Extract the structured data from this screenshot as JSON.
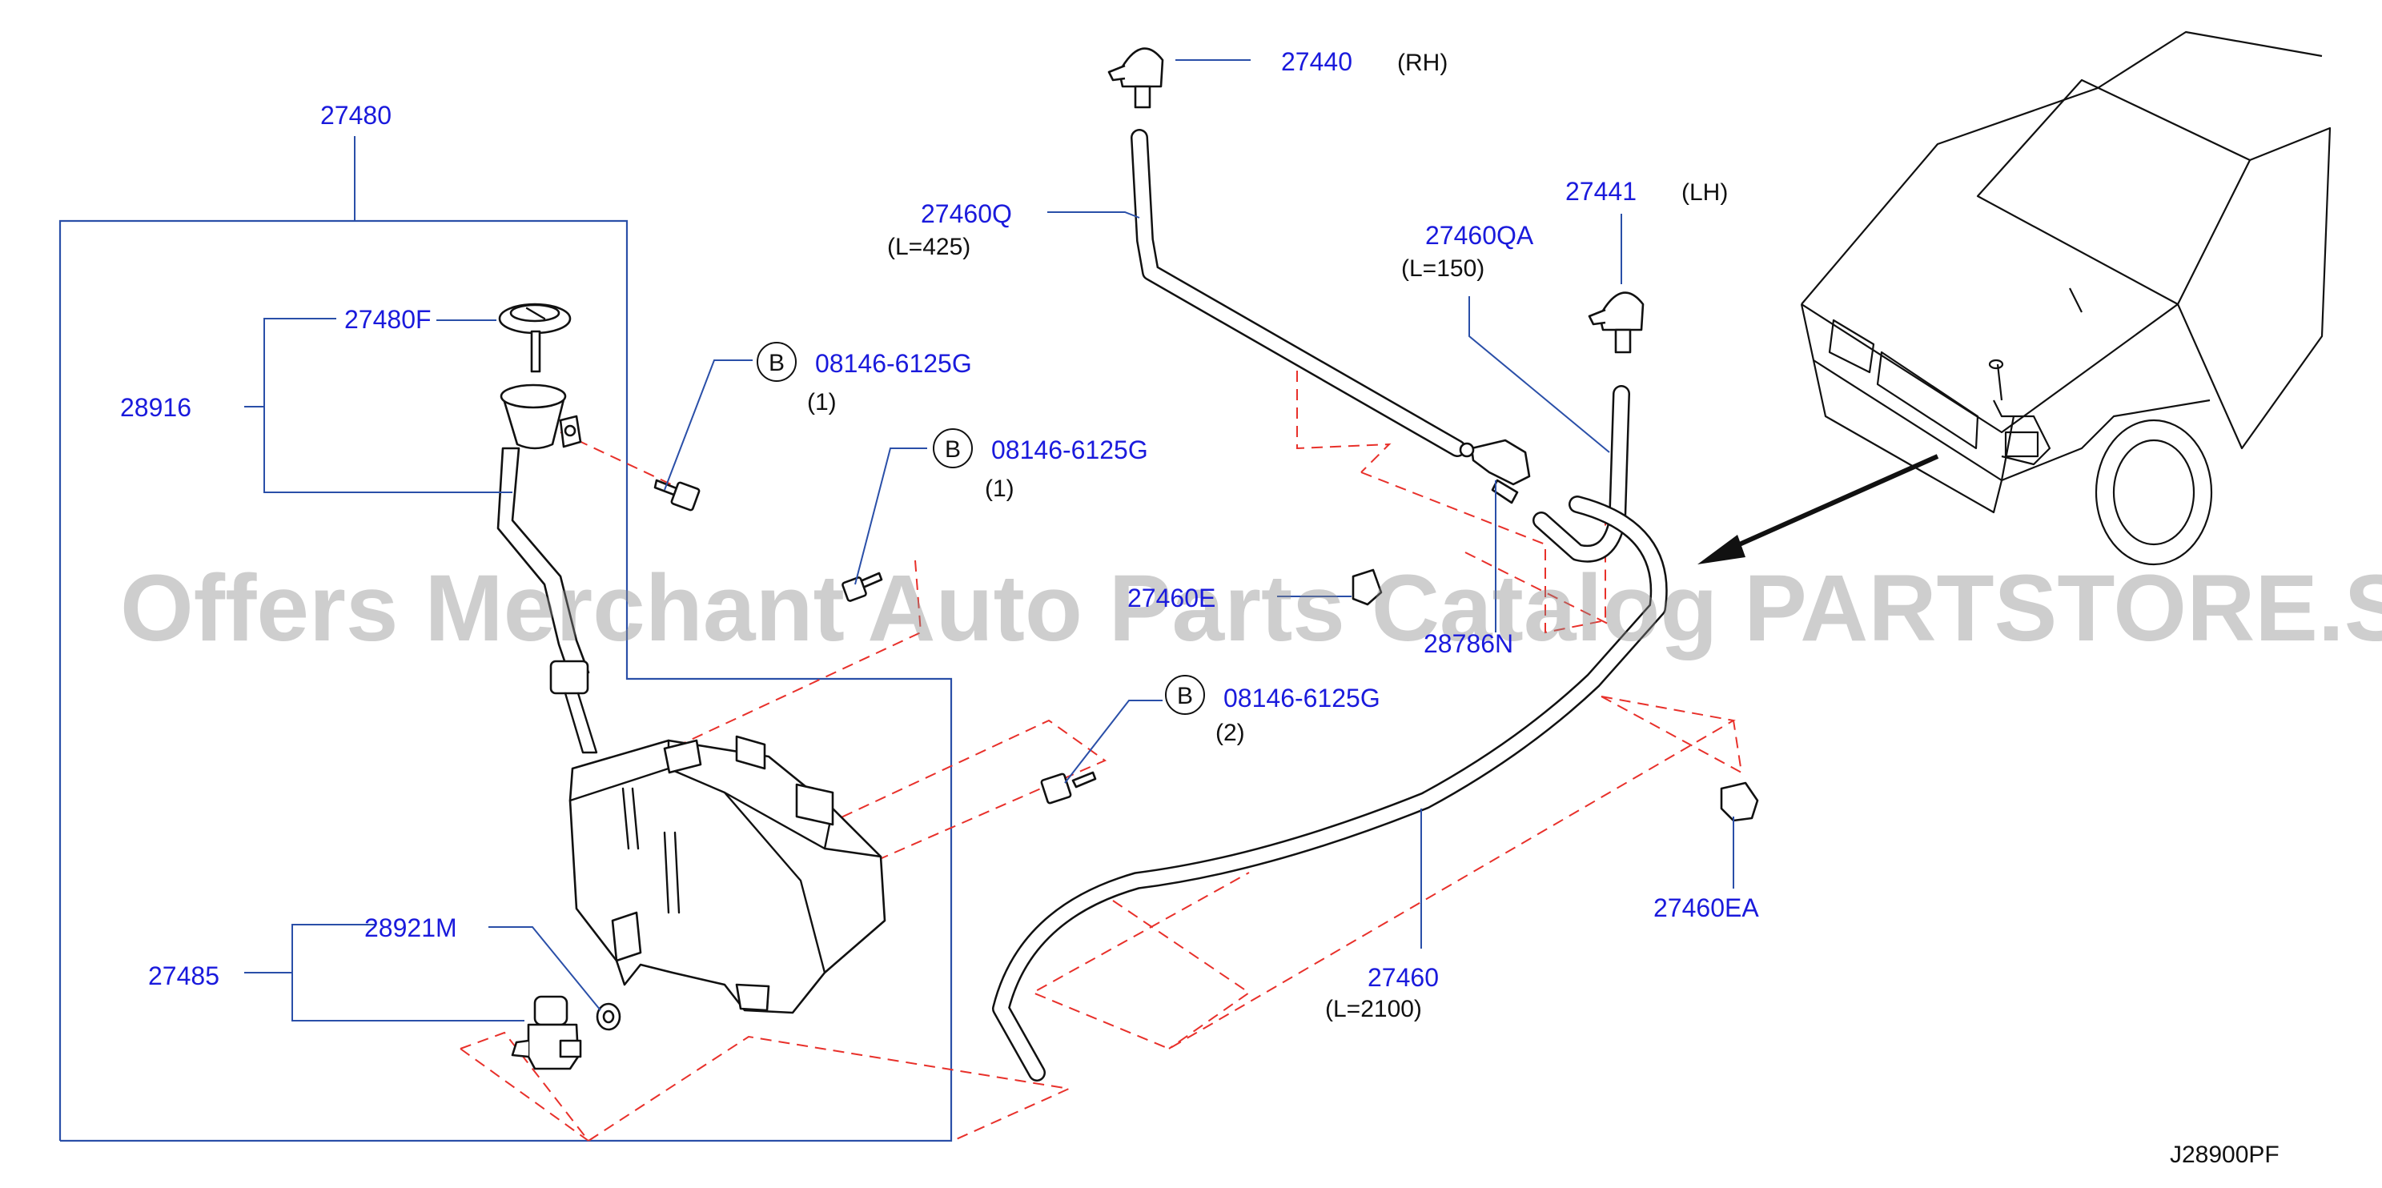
{
  "diagram_code": "J28900PF",
  "watermark": "Offers Merchant Auto Parts Catalog PARTSTORE.SA",
  "colors": {
    "part_number": "#1a1adc",
    "leader_line": "#2a4fa8",
    "dash_line": "#e8302a",
    "watermark": "#8a8a8a"
  },
  "callouts": {
    "p27480": {
      "number": "27480"
    },
    "p27480F": {
      "number": "27480F"
    },
    "p28916": {
      "number": "28916"
    },
    "p27485": {
      "number": "27485"
    },
    "p28921M": {
      "number": "28921M"
    },
    "bolt1": {
      "badge": "B",
      "number": "08146-6125G",
      "qty": "(1)"
    },
    "bolt2": {
      "badge": "B",
      "number": "08146-6125G",
      "qty": "(1)"
    },
    "bolt3": {
      "badge": "B",
      "number": "08146-6125G",
      "qty": "(2)"
    },
    "p27440": {
      "number": "27440",
      "side": "(RH)"
    },
    "p27441": {
      "number": "27441",
      "side": "(LH)"
    },
    "p27460Q": {
      "number": "27460Q",
      "length": "(L=425)"
    },
    "p27460QA": {
      "number": "27460QA",
      "length": "(L=150)"
    },
    "p27460E": {
      "number": "27460E"
    },
    "p28786N": {
      "number": "28786N"
    },
    "p27460EA": {
      "number": "27460EA"
    },
    "p27460": {
      "number": "27460",
      "length": "(L=2100)"
    }
  }
}
